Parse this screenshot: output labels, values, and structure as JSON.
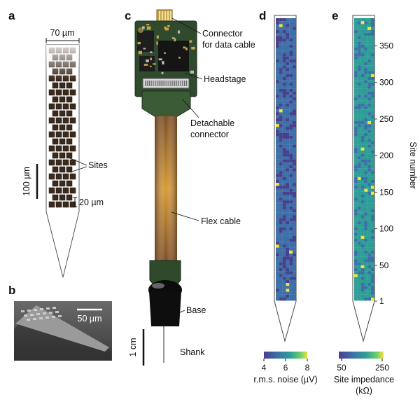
{
  "panels": {
    "a": {
      "letter": "a",
      "width_label": "70 µm",
      "sites_label": "Sites",
      "scale_label": "100 µm",
      "pitch_label": "20 µm"
    },
    "b": {
      "letter": "b",
      "scale_label": "50 µm"
    },
    "c": {
      "letter": "c",
      "connector_label_1": "Connector",
      "connector_label_2": "for data cable",
      "headstage_label": "Headstage",
      "detachable_label_1": "Detachable",
      "detachable_label_2": "connector",
      "flex_label": "Flex cable",
      "base_label": "Base",
      "shank_label": "Shank",
      "scale_label": "1 cm"
    },
    "d": {
      "letter": "d",
      "colorbar_ticks": [
        "4",
        "6",
        "8"
      ],
      "colorbar_label": "r.m.s. noise (µV)",
      "colormap": [
        "#4a3f8c",
        "#3d6fa8",
        "#2e9d96",
        "#6ccf6a",
        "#f2e438"
      ]
    },
    "e": {
      "letter": "e",
      "colorbar_ticks": [
        "50",
        "250"
      ],
      "colorbar_label_1": "Site impedance",
      "colorbar_label_2": "(kΩ)",
      "axis_label": "Site number",
      "axis_ticks": [
        "1",
        "50",
        "100",
        "150",
        "200",
        "250",
        "300",
        "350"
      ]
    }
  },
  "colors": {
    "shank_fill": "#5a6aa0",
    "impedance_fill": "#4f9a96",
    "pcb": "#2f4a2c",
    "flex": "#8a5a2a",
    "flex_highlight": "#d99a2e"
  }
}
